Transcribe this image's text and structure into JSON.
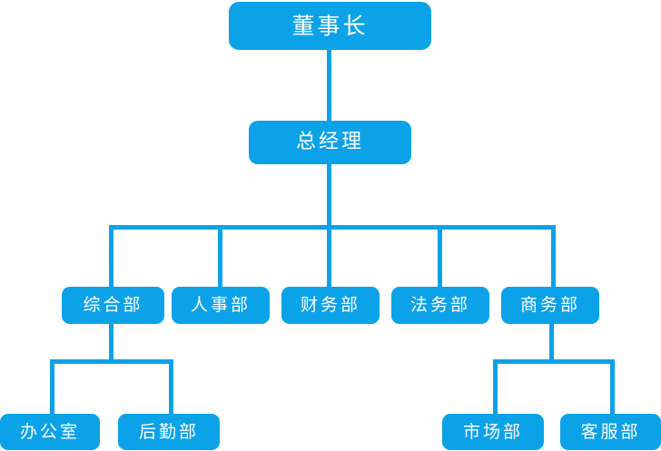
{
  "chart_data": {
    "type": "diagram",
    "diagram_kind": "organization-chart",
    "title": "",
    "orientation": "top-down",
    "accent_color": "#0CA2E8",
    "text_color": "#FFFFFF",
    "background_color": "#FFFFFF",
    "levels": [
      {
        "level": 1,
        "nodes": [
          "董事长"
        ]
      },
      {
        "level": 2,
        "nodes": [
          "总经理"
        ]
      },
      {
        "level": 3,
        "nodes": [
          "综合部",
          "人事部",
          "财务部",
          "法务部",
          "商务部"
        ]
      },
      {
        "level": 4,
        "nodes": [
          "办公室",
          "后勤部",
          "市场部",
          "客服部"
        ]
      }
    ],
    "edges": [
      {
        "from": "董事长",
        "to": "总经理"
      },
      {
        "from": "总经理",
        "to": "综合部"
      },
      {
        "from": "总经理",
        "to": "人事部"
      },
      {
        "from": "总经理",
        "to": "财务部"
      },
      {
        "from": "总经理",
        "to": "法务部"
      },
      {
        "from": "总经理",
        "to": "商务部"
      },
      {
        "from": "综合部",
        "to": "办公室"
      },
      {
        "from": "综合部",
        "to": "后勤部"
      },
      {
        "from": "商务部",
        "to": "市场部"
      },
      {
        "from": "商务部",
        "to": "客服部"
      }
    ]
  },
  "nodes": {
    "chairman": "董事长",
    "general_manager": "总经理",
    "dept_general_affairs": "综合部",
    "dept_human_resources": "人事部",
    "dept_finance": "财务部",
    "dept_legal": "法务部",
    "dept_business": "商务部",
    "unit_office": "办公室",
    "unit_logistics": "后勤部",
    "unit_marketing": "市场部",
    "unit_customer_service": "客服部"
  }
}
